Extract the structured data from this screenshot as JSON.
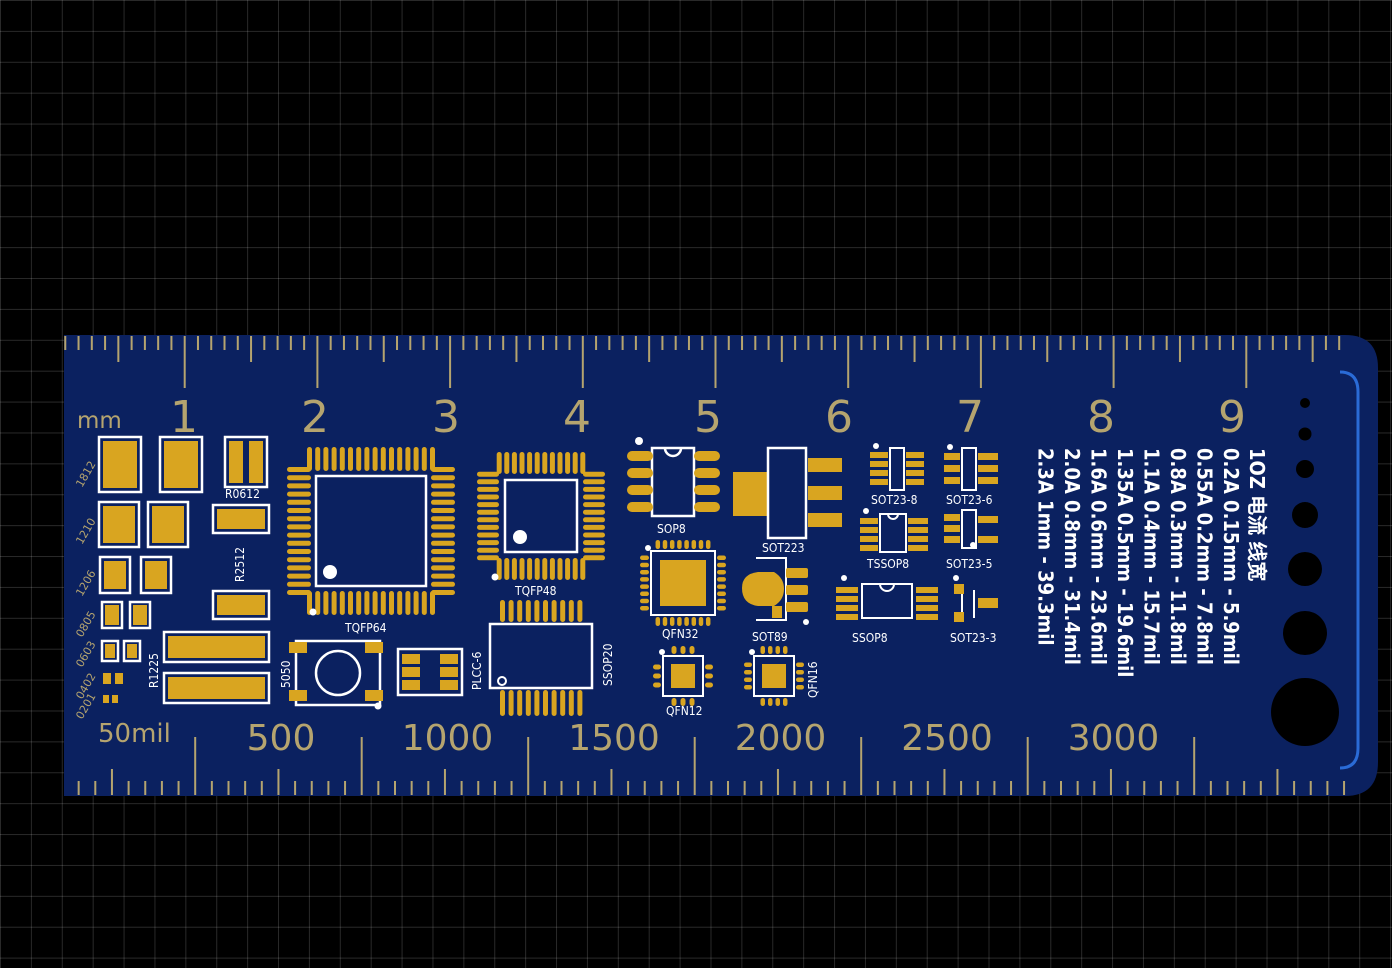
{
  "board": {
    "colors": {
      "background": "#000000",
      "solder_mask": "#0b2160",
      "copper_pad": "#d9a520",
      "silkscreen": "#ffffff",
      "ruler_ink": "#b5a46f",
      "edge_accent": "#2a6bd6"
    }
  },
  "ruler_top": {
    "unit_label": "mm",
    "numbers": [
      "1",
      "2",
      "3",
      "4",
      "5",
      "6",
      "7",
      "8",
      "9"
    ]
  },
  "ruler_bottom": {
    "unit_label": "50mil",
    "numbers": [
      "500",
      "1000",
      "1500",
      "2000",
      "2500",
      "3000"
    ]
  },
  "resistor_labels": [
    "1812",
    "1210",
    "1206",
    "0805",
    "0603",
    "0402",
    "0201"
  ],
  "component_labels": {
    "r0612": "R0612",
    "r2512": "R2512",
    "r1225": "R1225",
    "tqfp64": "TQFP64",
    "tqfp48": "TQFP48",
    "sop8": "SOP8",
    "sot223": "SOT223",
    "sot23_8": "SOT23-8",
    "sot23_6": "SOT23-6",
    "tssop8": "TSSOP8",
    "sot23_5": "SOT23-5",
    "qfn32": "QFN32",
    "sot89": "SOT89",
    "ssop8": "SSOP8",
    "sot23_3": "SOT23-3",
    "qfn12": "QFN12",
    "qfn16": "QFN16",
    "p5050": "5050",
    "plcc6": "PLCC-6",
    "ssop20": "SSOP20"
  },
  "current_table": {
    "title": "1OZ 电流 线宽",
    "rows": [
      "0.2A  0.15mm - 5.9mil",
      "0.55A  0.2mm - 7.8mil",
      "0.8A  0.3mm - 11.8mil",
      "1.1A  0.4mm - 15.7mil",
      "1.35A  0.5mm - 19.6mil",
      "1.6A  0.6mm - 23.6mil",
      "2.0A  0.8mm - 31.4mil",
      "2.3A   1mm - 39.3mil"
    ]
  },
  "holes": {
    "count": 7
  }
}
